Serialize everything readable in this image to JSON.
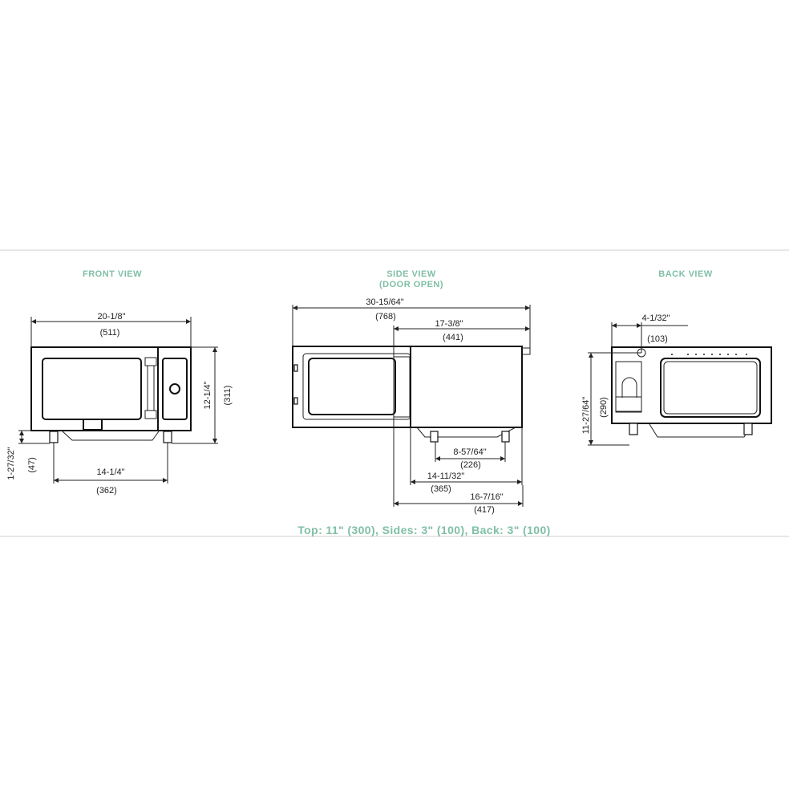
{
  "headings": {
    "front": "FRONT VIEW",
    "side": "SIDE VIEW",
    "side_sub": "(DOOR OPEN)",
    "back": "BACK VIEW"
  },
  "front_view": {
    "width_in": "20-1/8\"",
    "width_mm": "(511)",
    "height_in": "12-1/4\"",
    "height_mm": "(311)",
    "foot_in": "1-27/32\"",
    "foot_mm": "(47)",
    "feet_span_in": "14-1/4\"",
    "feet_span_mm": "(362)"
  },
  "side_view": {
    "total_in": "30-15/64\"",
    "total_mm": "(768)",
    "depth_in": "17-3/8\"",
    "depth_mm": "(441)",
    "feet_in": "8-57/64\"",
    "feet_mm": "(226)",
    "body_in": "14-11/32\"",
    "body_mm": "(365)",
    "overall_in": "16-7/16\"",
    "overall_mm": "(417)"
  },
  "back_view": {
    "offset_in": "4-1/32\"",
    "offset_mm": "(103)",
    "height_in": "11-27/64\"",
    "height_mm": "(290)"
  },
  "clearance_note": "Top: 11\" (300), Sides: 3\" (100), Back: 3\" (100)"
}
